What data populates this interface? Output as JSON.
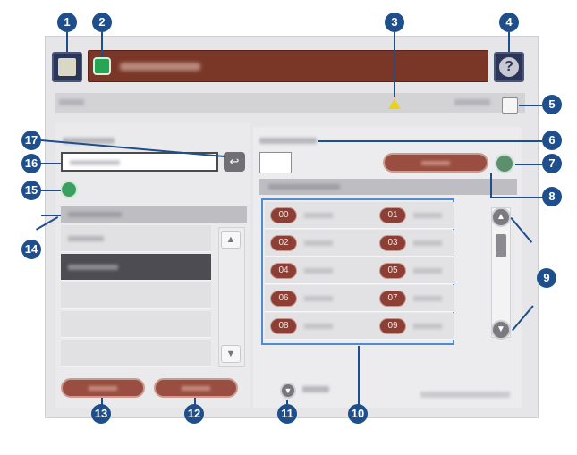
{
  "title_bar": {
    "home_icon": "home-icon",
    "app_icon": "app-badge-icon",
    "help_glyph": "?",
    "warning_icon": "warning-triangle-icon"
  },
  "left_panel": {
    "back_glyph": "↩",
    "scroll_up_glyph": "▲",
    "scroll_down_glyph": "▼"
  },
  "right_panel": {
    "speed_dials": [
      {
        "id": "00"
      },
      {
        "id": "01"
      },
      {
        "id": "02"
      },
      {
        "id": "03"
      },
      {
        "id": "04"
      },
      {
        "id": "05"
      },
      {
        "id": "06"
      },
      {
        "id": "07"
      },
      {
        "id": "08"
      },
      {
        "id": "09"
      }
    ],
    "scroll_up_glyph": "▲",
    "scroll_down_glyph": "▼",
    "more_glyph": "▼"
  },
  "callouts": [
    "1",
    "2",
    "3",
    "4",
    "5",
    "6",
    "7",
    "8",
    "9",
    "10",
    "11",
    "12",
    "13",
    "14",
    "15",
    "16",
    "17"
  ],
  "colors": {
    "title_bar": "#7a3727",
    "button_dark": "#2b3557",
    "pill_button": "#9a4e42",
    "badge": "#8e3f35",
    "selected_row": "#4c4c52",
    "callout": "#1e4f8c",
    "grid_highlight": "#4f8cd3",
    "warning": "#e8d221",
    "keypad_green": "#3b9f62"
  }
}
